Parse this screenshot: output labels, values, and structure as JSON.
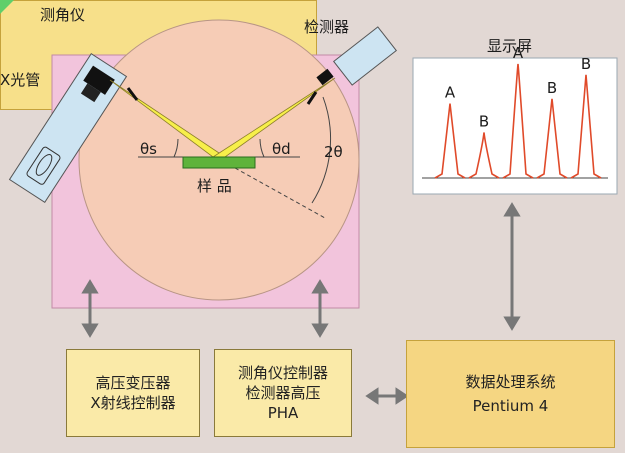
{
  "labels": {
    "goniometer": "测角仪",
    "xray_tube": "X光管",
    "detector": "检测器",
    "display": "显示屏",
    "sample": "样 品",
    "theta_s": "θs",
    "theta_d": "θd",
    "two_theta": "2θ"
  },
  "peaks": [
    {
      "label": "A",
      "height": 0.62
    },
    {
      "label": "B",
      "height": 0.38
    },
    {
      "label": "A",
      "height": 0.95
    },
    {
      "label": "B",
      "height": 0.66
    },
    {
      "label": "B",
      "height": 0.86
    }
  ],
  "boxes": {
    "hv_controller": [
      "高压变压器",
      "X射线控制器"
    ],
    "goniometer_controller": [
      "测角仪控制器",
      "检测器高压",
      "PHA"
    ],
    "data_processing": [
      "数据处理系统",
      "Pentium 4"
    ]
  },
  "colors": {
    "background": "#e2d8d4",
    "pink_panel": "#f2c4dc",
    "circle": "#f6ccb6",
    "beam": "#f7ef4a",
    "sample": "#5fb33b",
    "tube": "#cde4f2",
    "peak_line": "#e04a2a",
    "box_yellow": "#f7e08a"
  }
}
